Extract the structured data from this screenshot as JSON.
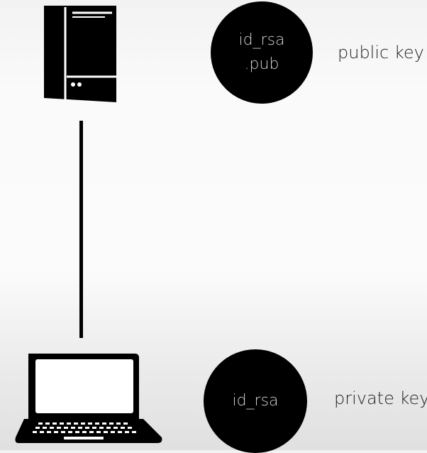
{
  "public_key": {
    "circle_line1": "id_rsa",
    "circle_line2": ".pub",
    "label": "public key"
  },
  "private_key": {
    "circle_text": "id_rsa",
    "label": "private key"
  },
  "icons": [
    "server-icon",
    "laptop-icon"
  ],
  "colors": {
    "foreground": "#000000",
    "circle_text": "#d4d4d4",
    "label_text": "#222222"
  }
}
